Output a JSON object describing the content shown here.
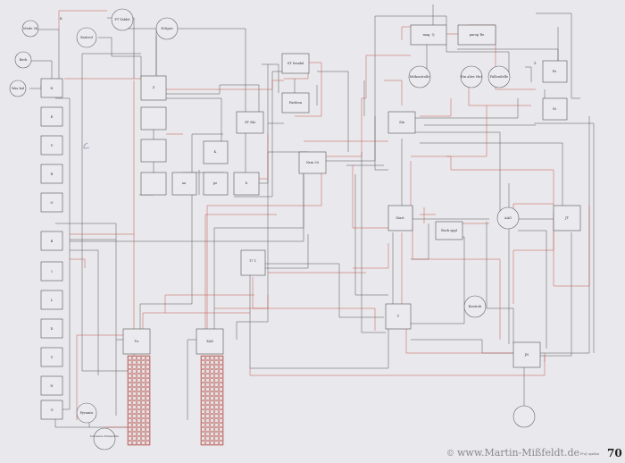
{
  "footer": {
    "copyright": "©",
    "watermark": "www.Martin-Mißfeldt.de",
    "note": "Prof. apekas",
    "page_number": "70"
  },
  "colors": {
    "background": "#e9e8ec",
    "wire_black": "#555555",
    "wire_red": "#c4564f"
  },
  "left_column": {
    "circles": [
      "Mode 2k",
      "Berk",
      "Was bal"
    ],
    "boxes": [
      "N",
      "E",
      "U",
      "R",
      "O",
      "B",
      "I",
      "L",
      "D",
      "U",
      "N",
      "G"
    ],
    "stray_label": "K"
  },
  "top_circles": [
    "FT Tablet",
    "Kontrol",
    "Eclipse"
  ],
  "mid_left": {
    "tall_box": "Z",
    "stack": [
      "",
      "",
      ""
    ],
    "bottom_row": [
      "",
      "aa",
      "pe",
      "b"
    ],
    "top_box": "K"
  },
  "upper_center": {
    "box_top": "ST Sendal",
    "box_mid": "Farbton",
    "box_left": "ST Ski",
    "box_signal": "Nrm 50"
  },
  "upper_right": {
    "box_a": "mag. Q",
    "box_b": "parop Re",
    "circle_a": "Mitkontrolle",
    "circle_b": "Ein alter Hut",
    "circle_c": "Fallentlelle",
    "box_c": "Z",
    "box_d": "Sla",
    "box_e": "Fe",
    "box_f": "St"
  },
  "mid_right": {
    "box_start": "Start",
    "box_back": "Bock spgl",
    "circle_eq": "AAG",
    "box_jd": "JT"
  },
  "lower_center": {
    "box_num": "17 1",
    "box_t": "T",
    "circle_kontr": "Kontroh",
    "box_jn": "JN"
  },
  "bottom": {
    "box_left": "Tu",
    "box_right": "XAX",
    "circle_a": "Pyramis",
    "circle_b": "Schwarze Endpunkte"
  }
}
